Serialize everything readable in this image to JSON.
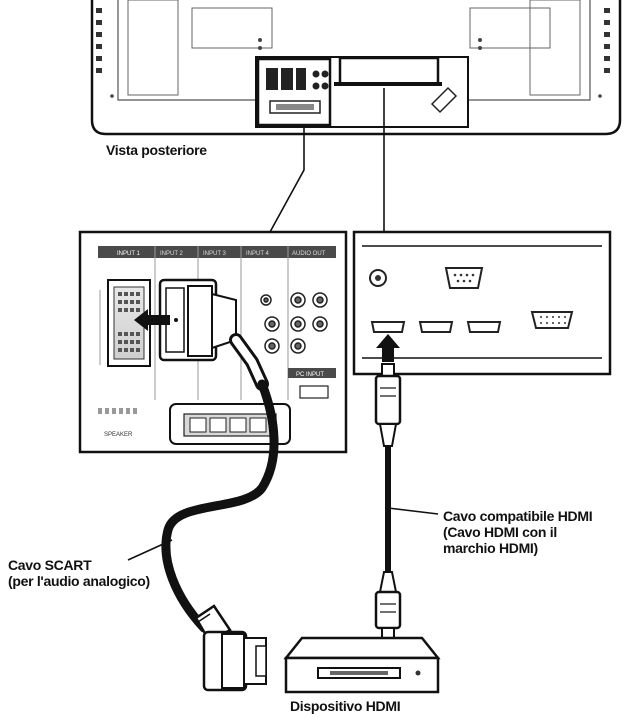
{
  "labels": {
    "rear_view": "Vista posteriore",
    "hdmi_cable": {
      "line1": "Cavo compatibile HDMI",
      "line2": "(Cavo HDMI con il",
      "line3": "marchio HDMI)"
    },
    "scart_cable": {
      "line1": "Cavo SCART",
      "line2": "(per l'audio analogico)"
    },
    "hdmi_device": "Dispositivo HDMI"
  },
  "panel_left": {
    "input_tabs": [
      "INPUT 1",
      "INPUT 2",
      "INPUT 3",
      "INPUT 4",
      "AUDIO OUT"
    ],
    "pc_input": "PC INPUT",
    "speaker": "SPEAKER"
  },
  "icons": {
    "arrow_scart": "arrow-left-icon",
    "arrow_hdmi": "arrow-up-icon"
  },
  "colors": {
    "line": "#111111",
    "panel_fill": "#ffffff",
    "detail_gray": "#b8b8b8"
  }
}
